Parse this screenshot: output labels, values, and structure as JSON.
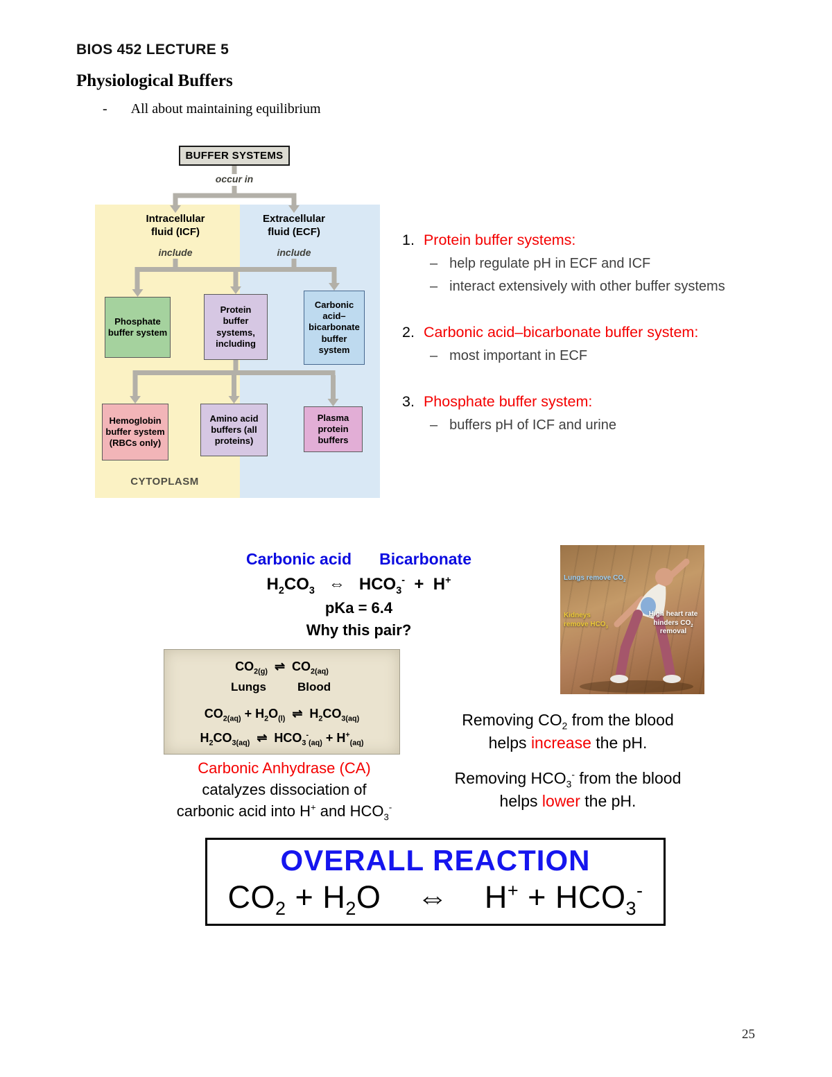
{
  "colors": {
    "red_accent": "#f40000",
    "blue_accent": "#0b0be0",
    "flowchart_yellow_panel": "#fbf2c4",
    "flowchart_blue_panel": "#d9e8f5",
    "phosphate_box": "#a5d29e",
    "protein_box": "#d6c7e3",
    "carbonic_box": "#bedaef",
    "hemoglobin_box": "#f2b5b8",
    "amino_box": "#d6c7e3",
    "plasma_box": "#e2aed6",
    "connector_gray": "#b3b0a8"
  },
  "page": {
    "course_header": "BIOS 452 LECTURE 5",
    "title": "Physiological Buffers",
    "bullet_dash": "-",
    "bullet_text": "All about maintaining equilibrium",
    "page_number": "25"
  },
  "flowchart": {
    "root": "BUFFER SYSTEMS",
    "occur_in": "occur in",
    "icf": {
      "heading": "Intracellular fluid (ICF)",
      "include": "include",
      "cytoplasm": "CYTOPLASM"
    },
    "ecf": {
      "heading": "Extracellular fluid (ECF)",
      "include": "include"
    },
    "boxes": {
      "phosphate": "Phosphate buffer system",
      "protein": "Protein buffer systems, including",
      "carbonic": "Carbonic acid–bicarbonate buffer system",
      "hemoglobin": "Hemoglobin buffer system (RBCs only)",
      "amino": "Amino acid buffers (all proteins)",
      "plasma": "Plasma protein buffers"
    }
  },
  "buffer_list": {
    "items": [
      {
        "number": "1.",
        "title": "Protein buffer systems:",
        "points": [
          {
            "dash": "–",
            "text": "help regulate pH in ECF and ICF"
          },
          {
            "dash": "–",
            "text": "interact extensively with other buffer systems"
          }
        ]
      },
      {
        "number": "2.",
        "title": "Carbonic acid–bicarbonate buffer system:",
        "points": [
          {
            "dash": "–",
            "text": "most important in ECF"
          }
        ]
      },
      {
        "number": "3.",
        "title": "Phosphate buffer system:",
        "points": [
          {
            "dash": "–",
            "text": "buffers pH of ICF and urine"
          }
        ]
      }
    ]
  },
  "carbonic_section": {
    "heading_left": "Carbonic acid",
    "heading_right": "Bicarbonate",
    "equation": [
      {
        "t": "H"
      },
      {
        "t": "2",
        "v": "sub"
      },
      {
        "t": "CO"
      },
      {
        "t": "3",
        "v": "sub"
      },
      {
        "t": "   ⇔   "
      },
      {
        "t": "HCO"
      },
      {
        "t": "3",
        "v": "sub"
      },
      {
        "t": "-",
        "v": "sup"
      },
      {
        "t": "  +  H"
      },
      {
        "t": "+",
        "v": "sup"
      }
    ],
    "pka": "pKa = 6.4",
    "why": "Why this pair?",
    "equation_box": {
      "line1": [
        {
          "t": "CO"
        },
        {
          "t": "2(g)",
          "v": "sub"
        },
        {
          "t": "  ⇌  CO"
        },
        {
          "t": "2(aq)",
          "v": "sub"
        }
      ],
      "label_lungs": "Lungs",
      "label_blood": "Blood",
      "line2": [
        {
          "t": "CO"
        },
        {
          "t": "2(aq)",
          "v": "sub"
        },
        {
          "t": " + H"
        },
        {
          "t": "2",
          "v": "sub"
        },
        {
          "t": "O"
        },
        {
          "t": "(l)",
          "v": "sub"
        },
        {
          "t": "  ⇌  H"
        },
        {
          "t": "2",
          "v": "sub"
        },
        {
          "t": "CO"
        },
        {
          "t": "3(aq)",
          "v": "sub"
        }
      ],
      "line3": [
        {
          "t": "H"
        },
        {
          "t": "2",
          "v": "sub"
        },
        {
          "t": "CO"
        },
        {
          "t": "3(aq)",
          "v": "sub"
        },
        {
          "t": "  ⇌  HCO"
        },
        {
          "t": "3",
          "v": "sub"
        },
        {
          "t": "-",
          "v": "sup"
        },
        {
          "t": "(aq)",
          "v": "sub"
        },
        {
          "t": " + H"
        },
        {
          "t": "+",
          "v": "sup"
        },
        {
          "t": "(aq)",
          "v": "sub"
        }
      ]
    },
    "ca_caption_line1": "Carbonic Anhydrase (CA)",
    "ca_caption_line2": "catalyzes dissociation of",
    "ca_caption_line3": [
      {
        "t": "carbonic acid into H"
      },
      {
        "t": "+",
        "v": "sup"
      },
      {
        "t": " and HCO"
      },
      {
        "t": "3",
        "v": "sub"
      },
      {
        "t": "-",
        "v": "sup"
      }
    ]
  },
  "photo": {
    "label_lungs": [
      {
        "t": "Lungs remove CO"
      },
      {
        "t": "2",
        "v": "sub"
      }
    ],
    "label_kidneys": [
      {
        "t": "Kidneys remove HCO"
      },
      {
        "t": "3",
        "v": "sub"
      }
    ],
    "label_heart": [
      {
        "t": "High heart rate hinders CO"
      },
      {
        "t": "2",
        "v": "sub"
      },
      {
        "t": " removal"
      }
    ]
  },
  "removing": {
    "co2_line1": [
      {
        "t": "Removing CO"
      },
      {
        "t": "2",
        "v": "sub"
      },
      {
        "t": " from the blood"
      }
    ],
    "co2_line2": [
      {
        "t": "helps "
      },
      {
        "t": "increase",
        "c": "#f40000"
      },
      {
        "t": " the pH."
      }
    ],
    "hco3_line1": [
      {
        "t": "Removing HCO"
      },
      {
        "t": "3",
        "v": "sub"
      },
      {
        "t": "-",
        "v": "sup"
      },
      {
        "t": " from the blood"
      }
    ],
    "hco3_line2": [
      {
        "t": "helps "
      },
      {
        "t": "lower",
        "c": "#f40000"
      },
      {
        "t": " the pH."
      }
    ]
  },
  "overall": {
    "title": "OVERALL REACTION",
    "equation": [
      {
        "t": "CO"
      },
      {
        "t": "2",
        "v": "sub"
      },
      {
        "t": " + H"
      },
      {
        "t": "2",
        "v": "sub"
      },
      {
        "t": "O    ⇔    H"
      },
      {
        "t": "+",
        "v": "sup"
      },
      {
        "t": " + HCO"
      },
      {
        "t": "3",
        "v": "sub"
      },
      {
        "t": "-",
        "v": "sup"
      }
    ]
  }
}
